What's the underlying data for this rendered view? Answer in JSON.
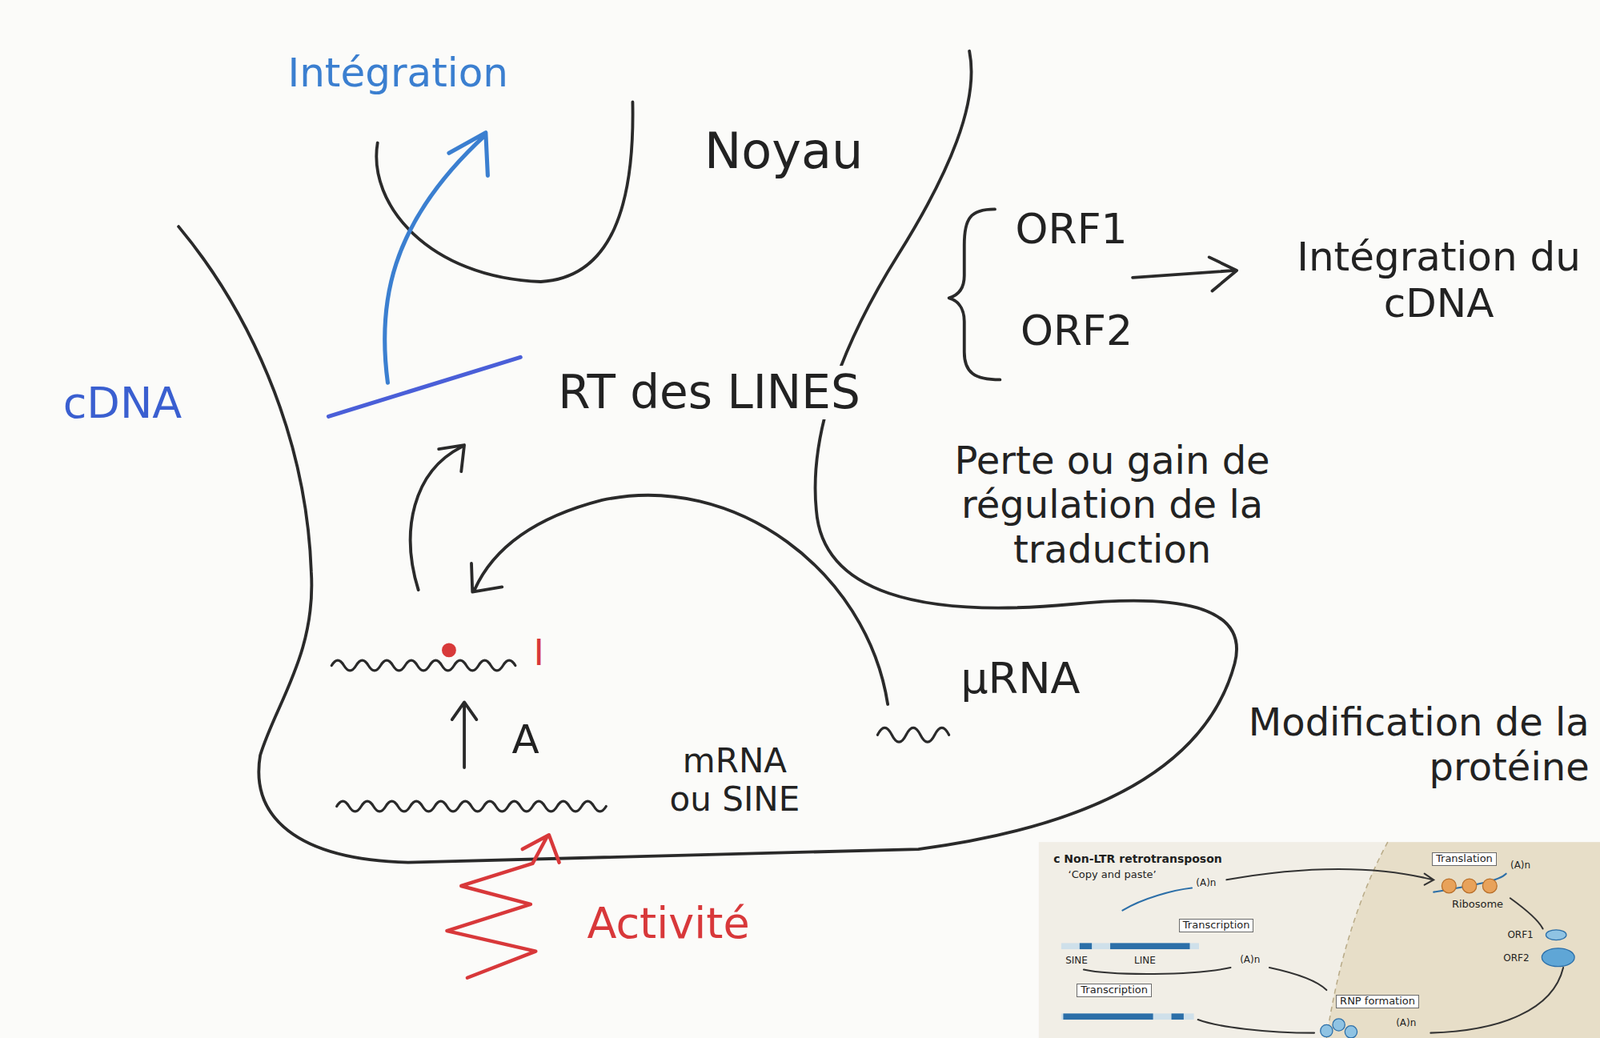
{
  "diagram": {
    "labels": [
      "Intégration",
      "Noyau",
      "ORF1",
      "Intégration du cDNA",
      "ORF2",
      "cDNA",
      "RT des LINES",
      "Perte ou gain de régulation de la traduction",
      "I",
      "μRNA",
      "Modification de la protéine",
      "A",
      "mRNA ou SINE",
      "Activité",
      "c Non-LTR retrotransposon",
      "‘Copy and paste’",
      "(A)n",
      "Translation",
      "(A)n",
      "Ribosome",
      "Transcription",
      "ORF1",
      "SINE",
      "LINE",
      "(A)n",
      "ORF2",
      "Transcription",
      "RNP formation",
      "(A)n"
    ]
  }
}
